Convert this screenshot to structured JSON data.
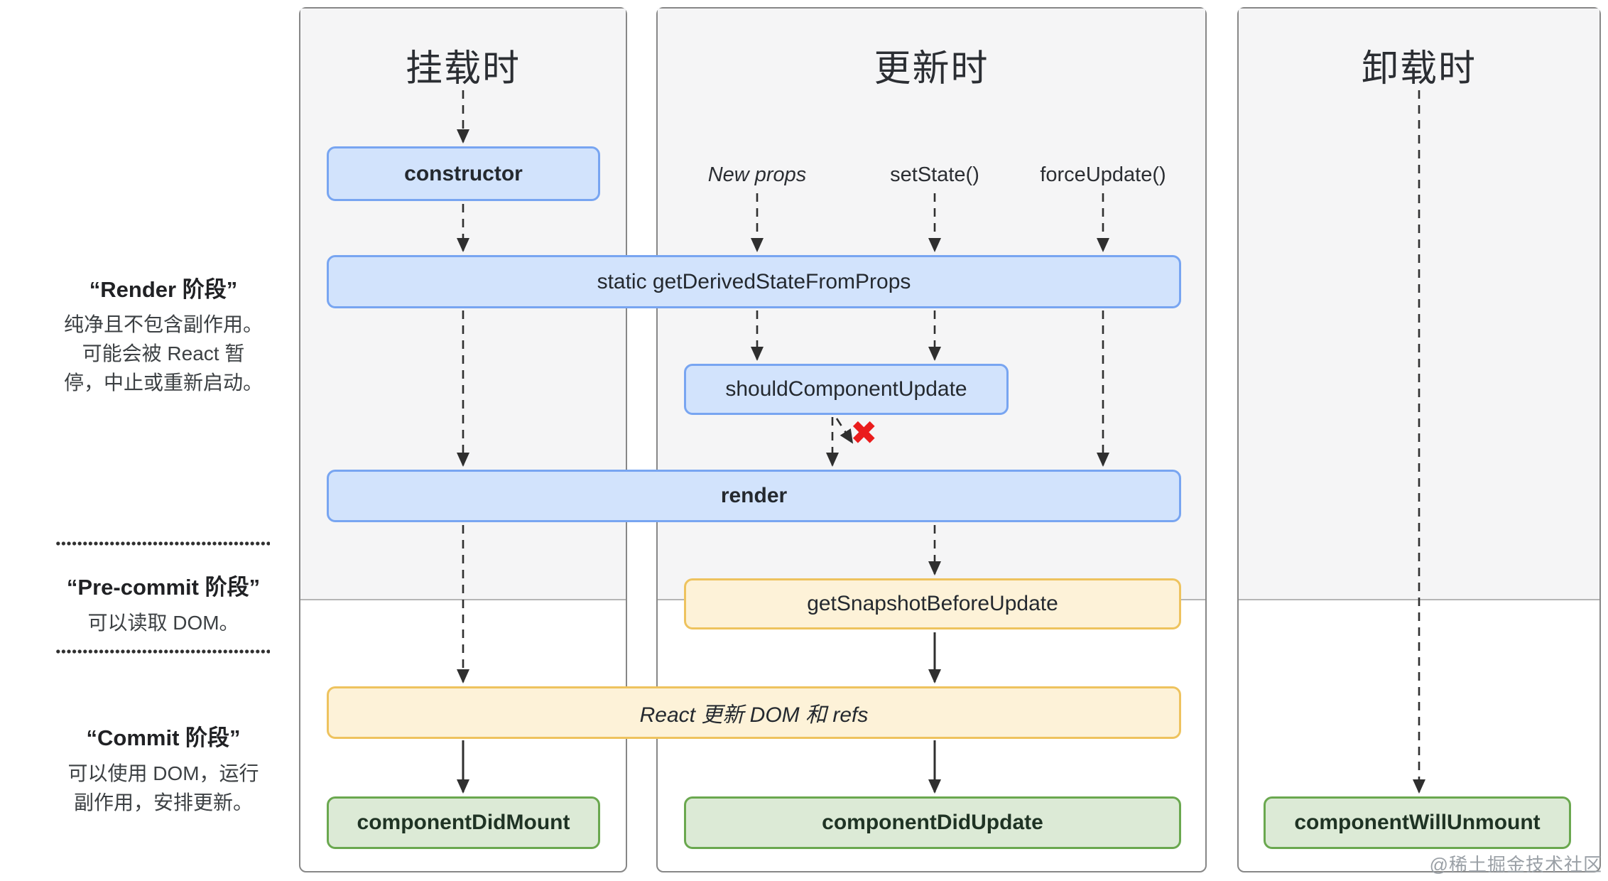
{
  "sidebar": {
    "phases": [
      {
        "title": "“Render 阶段”",
        "lines": [
          "纯净且不包含副作用。",
          "可能会被 React 暂",
          "停，中止或重新启动。"
        ]
      },
      {
        "title": "“Pre-commit 阶段”",
        "lines": [
          "可以读取 DOM。"
        ]
      },
      {
        "title": "“Commit 阶段”",
        "lines": [
          "可以使用 DOM，运行",
          "副作用，安排更新。"
        ]
      }
    ]
  },
  "columns": [
    {
      "title": "挂载时"
    },
    {
      "title": "更新时",
      "triggers": [
        "New props",
        "setState()",
        "forceUpdate()"
      ]
    },
    {
      "title": "卸载时"
    }
  ],
  "boxes": {
    "constructor": "constructor",
    "get_derived": "static getDerivedStateFromProps",
    "should_update": "shouldComponentUpdate",
    "render": "render",
    "get_snapshot": "getSnapshotBeforeUpdate",
    "react_updates": "React 更新 DOM 和 refs",
    "did_mount": "componentDidMount",
    "did_update": "componentDidUpdate",
    "will_unmount": "componentWillUnmount"
  },
  "marks": {
    "reject": "✖"
  },
  "watermark": "@稀土掘金技术社区",
  "colors": {
    "blue_fill": "#d2e3fc",
    "blue_border": "#78a5f1",
    "yellow_fill": "#fdf2d8",
    "yellow_border": "#eec35e",
    "green_fill": "#dcead6",
    "green_border": "#6aa84f",
    "column_bg": "#f5f5f6",
    "column_border": "#878787",
    "arrow": "#2f2f2f",
    "reject_x": "#ea1c1c",
    "text_dark": "#24292f",
    "watermark": "#9aa0a6"
  }
}
